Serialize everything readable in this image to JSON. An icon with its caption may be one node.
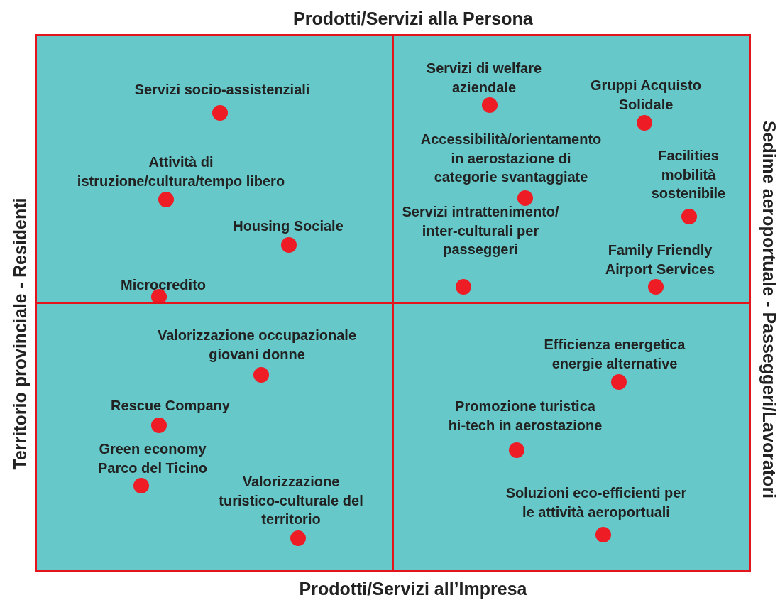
{
  "diagram": {
    "nodes": [
      {
        "text": [],
        "shape": "box"
      },
      {
        "text": [],
        "shape": "box"
      },
      {
        "text": [],
        "shape": "box"
      },
      {
        "text": [],
        "shape": "box"
      },
      {
        "text": [
          "Servizi socio-assistenziali"
        ],
        "in": 0
      },
      {
        "text": [
          "Attività di istruzione/cultura/tempo libero"
        ],
        "in": 0
      },
      {
        "text": [
          "Housing Sociale"
        ],
        "in": 0
      },
      {
        "text": [
          "Microcredito"
        ],
        "in": 0
      },
      {
        "text": [
          "Servizi di welfare aziendale"
        ],
        "in": 1
      },
      {
        "text": [
          "Gruppi Acquisto Solidale"
        ],
        "in": 1
      },
      {
        "text": [
          "Accessibilità/orientamento in aerostazione di categorie svantaggiate"
        ],
        "in": 1
      },
      {
        "text": [
          "Facilities mobilità sostenibile"
        ],
        "in": 1
      },
      {
        "text": [
          "Servizi intrattenimento/ inter-culturali per passeggeri"
        ],
        "in": 1
      },
      {
        "text": [
          "Family Friendly Airport Services"
        ],
        "in": 1
      },
      {
        "text": [
          "Valorizzazione occupazionale giovani donne"
        ],
        "in": 2
      },
      {
        "text": [
          "Rescue Company"
        ],
        "in": 2
      },
      {
        "text": [
          "Green economy Parco del Ticino"
        ],
        "in": 2
      },
      {
        "text": [
          "Valorizzazione turistico-culturale del territorio"
        ],
        "in": 2
      },
      {
        "text": [
          "Efficienza energetica energie alternative"
        ],
        "in": 3
      },
      {
        "text": [
          "Promozione turistica hi-tech in aerostazione"
        ],
        "in": 3
      },
      {
        "text": [
          "Soluzioni eco-efficienti per le attività aeroportuali"
        ],
        "in": 3
      }
    ],
    "labels": [
      "Prodotti/Servizi alla Persona",
      "Territorio provinciale - Residenti",
      "Sedime aeroportuale - Passeggeri/Lavoratori",
      "Prodotti/Servizi all’Impresa"
    ]
  }
}
